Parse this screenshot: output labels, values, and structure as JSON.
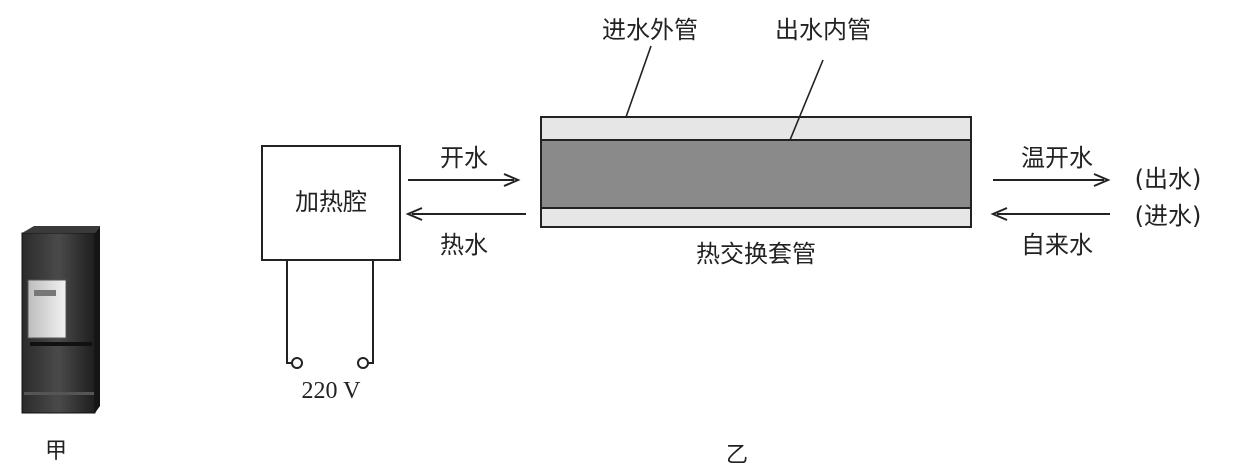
{
  "figure_jia": {
    "caption": "甲"
  },
  "figure_yi": {
    "caption": "乙",
    "heating_chamber": "加热腔",
    "voltage": "220 V",
    "arrow_top": "开水",
    "arrow_bottom": "热水",
    "outer_pipe_label": "进水外管",
    "inner_pipe_label": "出水内管",
    "exchanger_label": "热交换套管",
    "outlet_water": "温开水",
    "outlet_tag": "(出水)",
    "inlet_tag": "(进水)",
    "inlet_water": "自来水"
  },
  "colors": {
    "line": "#222222",
    "outer_pipe_fill": "#e6e6e6",
    "inner_pipe_fill": "#8a8a8a"
  }
}
